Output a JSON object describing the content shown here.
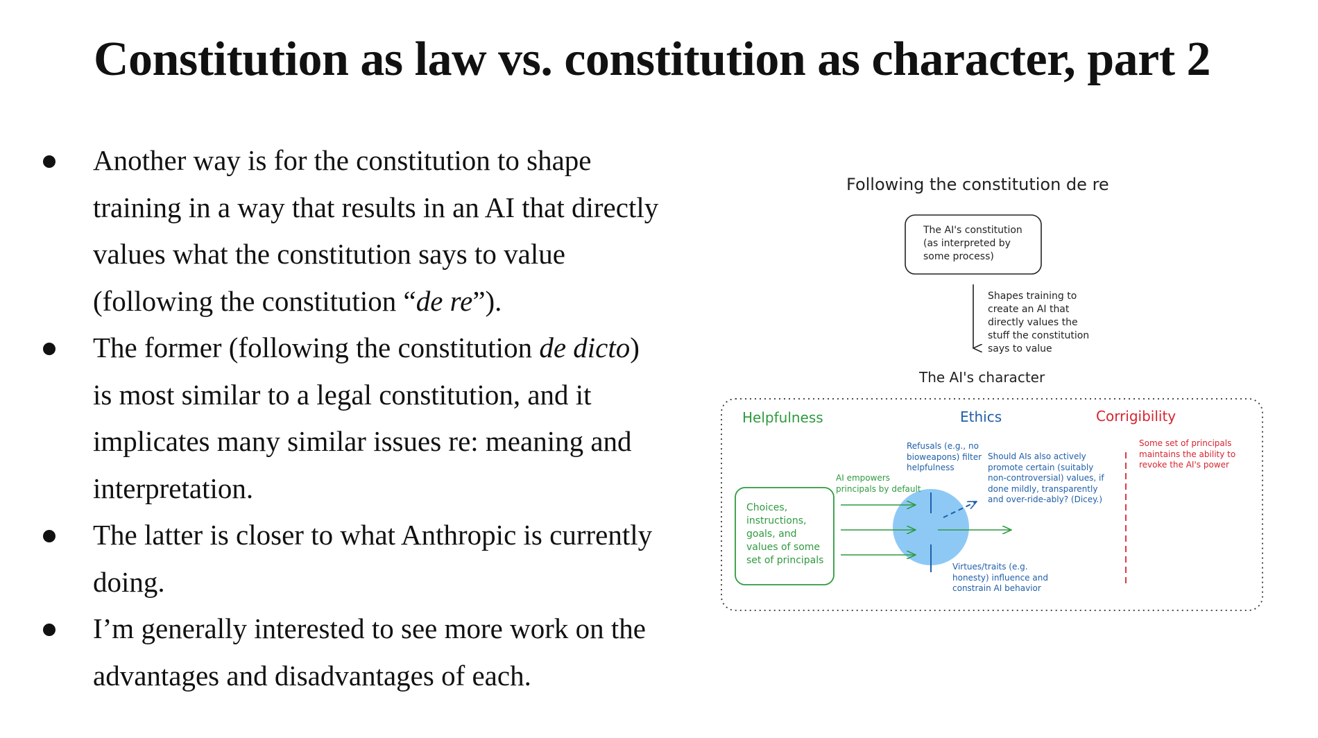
{
  "slide": {
    "title": "Constitution as law vs. constitution as character, part 2",
    "bullets": [
      {
        "before": "Another way is for the constitution to shape training in a way that results in an AI that directly values what the constitution says to value (following the constitution “",
        "em": "de re",
        "after": "”)."
      },
      {
        "before": "The former (following the constitution ",
        "em": "de dicto",
        "after": ") is most similar to a legal constitution, and it implicates many similar issues re: meaning and interpretation."
      },
      {
        "before": "The latter is closer to what Anthropic is currently doing.",
        "em": "",
        "after": ""
      },
      {
        "before": "I’m generally interested to see more work on the advantages and disadvantages of each.",
        "em": "",
        "after": ""
      }
    ]
  },
  "diagram": {
    "title": "Following the constitution de re",
    "constitution_box": [
      "The AI's constitution",
      "(as interpreted by",
      "some process)"
    ],
    "arrow_label": [
      "Shapes training to",
      "create an AI that",
      "directly values the",
      "stuff the constitution",
      "says to value"
    ],
    "character_label": "The AI's character",
    "categories": {
      "helpfulness": "Helpfulness",
      "ethics": "Ethics",
      "corrigibility": "Corrigibility"
    },
    "principals_box": [
      "Choices,",
      "instructions,",
      "goals, and",
      "values of some",
      "set of principals"
    ],
    "empower_note": [
      "AI empowers",
      "principals by default"
    ],
    "refusals_note": [
      "Refusals (e.g., no",
      "bioweapons) filter",
      "helpfulness"
    ],
    "promote_note": [
      "Should AIs also actively",
      "promote certain (suitably",
      "non-controversial) values, if",
      "done mildly, transparently",
      "and over-ride-ably? (Dicey.)"
    ],
    "virtues_note": [
      "Virtues/traits (e.g.",
      "honesty) influence and",
      "constrain AI behavior"
    ],
    "corrigibility_note": [
      "Some set of principals",
      "maintains the ability to",
      "revoke the AI's power"
    ],
    "colors": {
      "green": "#2e9a3e",
      "blue": "#1f5fa8",
      "red": "#d6242f",
      "circle": "#8ec9f5"
    }
  }
}
